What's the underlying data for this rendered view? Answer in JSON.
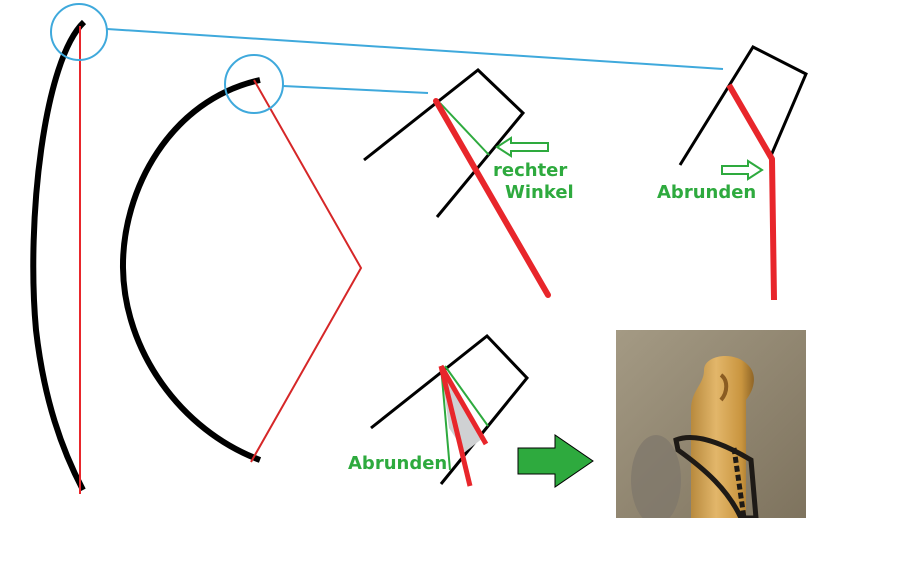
{
  "labels": {
    "right_angle_line1": "rechter",
    "right_angle_line2": "Winkel",
    "round_top": "Abrunden",
    "round_bottom": "Abrunden"
  },
  "colors": {
    "bow": "#000000",
    "string": "#e8262b",
    "thin_string": "#d62728",
    "circle": "#3fa9dc",
    "green": "#2eaa3e",
    "arrow_fill": "#2eaa3e",
    "grey_fill": "#cfd1d3"
  },
  "icons": {
    "right_arrow_outline": "outline-arrow-left-icon",
    "round_arrow_outline": "outline-arrow-right-icon",
    "big_arrow": "big-green-arrow-right-icon"
  }
}
